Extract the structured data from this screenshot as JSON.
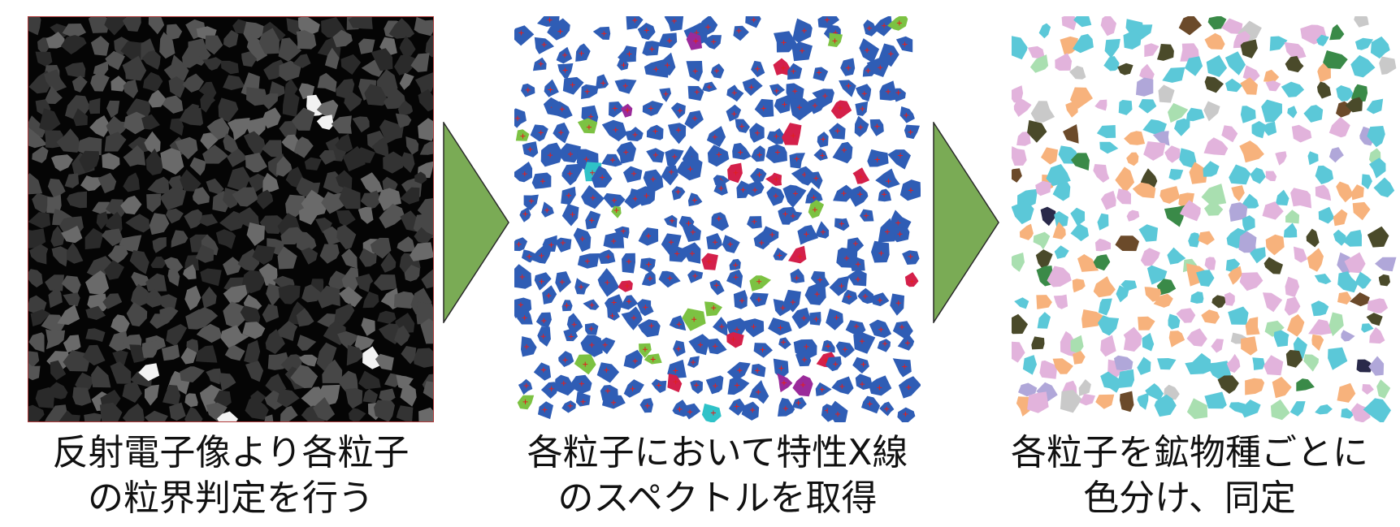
{
  "steps": [
    {
      "caption_lines": [
        "反射電子像より各粒子",
        "の粒界判定を行う"
      ],
      "colors": {
        "background": "#050505",
        "border": "#b03a3a",
        "grain_gray": [
          "#2a2a2a",
          "#333333",
          "#3d3d3d",
          "#474747",
          "#555555",
          "#6a6a6a"
        ],
        "bright_grain": "#f2f2f2"
      }
    },
    {
      "caption_lines": [
        "各粒子において特性X線",
        "のスペクトルを取得"
      ],
      "colors": {
        "grain_main": "#2f5db5",
        "grain_alt": [
          "#7cc242",
          "#d4204a",
          "#2fc2c8",
          "#9a2a9a"
        ],
        "marker": "#e02020"
      }
    },
    {
      "caption_lines": [
        "各粒子を鉱物種ごとに",
        "色分け、同定"
      ],
      "colors": {
        "palette": [
          "#5bc8d8",
          "#f7b27c",
          "#e2b3dc",
          "#3a8a48",
          "#4a4a2a",
          "#6b4a2a",
          "#a9dfb0",
          "#c9c9c9",
          "#2a2a4a",
          "#b0a7d9"
        ]
      }
    }
  ],
  "arrow_color": "#7aab55"
}
